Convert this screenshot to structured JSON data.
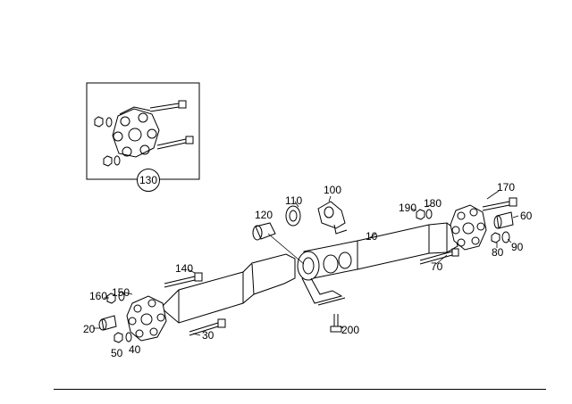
{
  "diagram": {
    "callouts": {
      "c10": "10",
      "c20": "20",
      "c30": "30",
      "c40": "40",
      "c50": "50",
      "c60": "60",
      "c70": "70",
      "c80": "80",
      "c90": "90",
      "c100": "100",
      "c110": "110",
      "c120": "120",
      "c130": "130",
      "c140": "140",
      "c150": "150",
      "c160": "160",
      "c170": "170",
      "c180": "180",
      "c190": "190",
      "c200": "200"
    }
  }
}
